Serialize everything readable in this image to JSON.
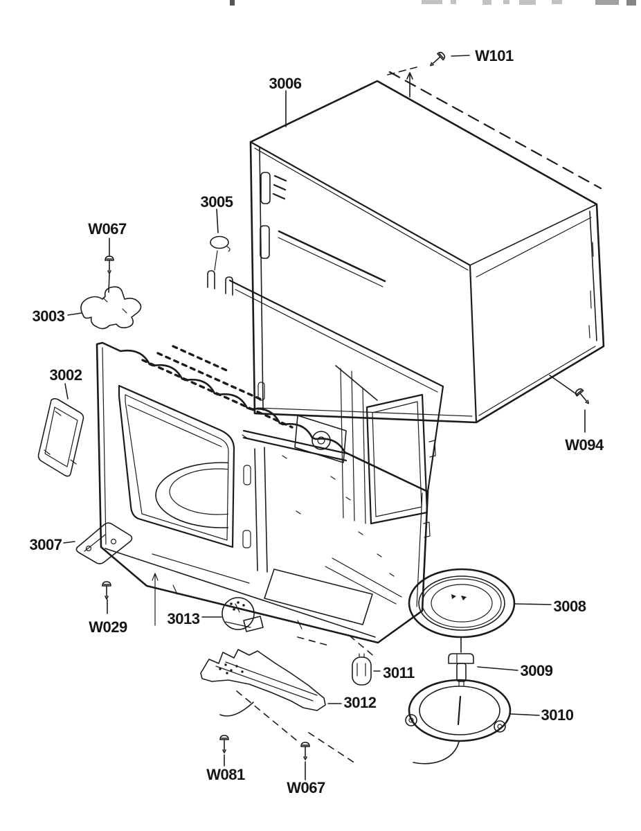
{
  "diagram": {
    "type": "exploded-parts-diagram",
    "subject": "microwave oven case and cavity assembly",
    "colors": {
      "background": "#ffffff",
      "ink": "#1b1b1b"
    },
    "top_edge_fragments": "illegible cropped text fragments",
    "callouts": [
      {
        "label": "W101",
        "kind": "screw"
      },
      {
        "label": "3006",
        "kind": "part"
      },
      {
        "label": "3005",
        "kind": "part"
      },
      {
        "label": "W067",
        "kind": "screw"
      },
      {
        "label": "3003",
        "kind": "part"
      },
      {
        "label": "3002",
        "kind": "part"
      },
      {
        "label": "W094",
        "kind": "screw"
      },
      {
        "label": "3007",
        "kind": "part"
      },
      {
        "label": "3008",
        "kind": "part"
      },
      {
        "label": "W029",
        "kind": "screw"
      },
      {
        "label": "3013",
        "kind": "part"
      },
      {
        "label": "3011",
        "kind": "part"
      },
      {
        "label": "3009",
        "kind": "part"
      },
      {
        "label": "3012",
        "kind": "part"
      },
      {
        "label": "3010",
        "kind": "part"
      },
      {
        "label": "W081",
        "kind": "screw"
      },
      {
        "label": "W067",
        "kind": "screw"
      }
    ]
  }
}
